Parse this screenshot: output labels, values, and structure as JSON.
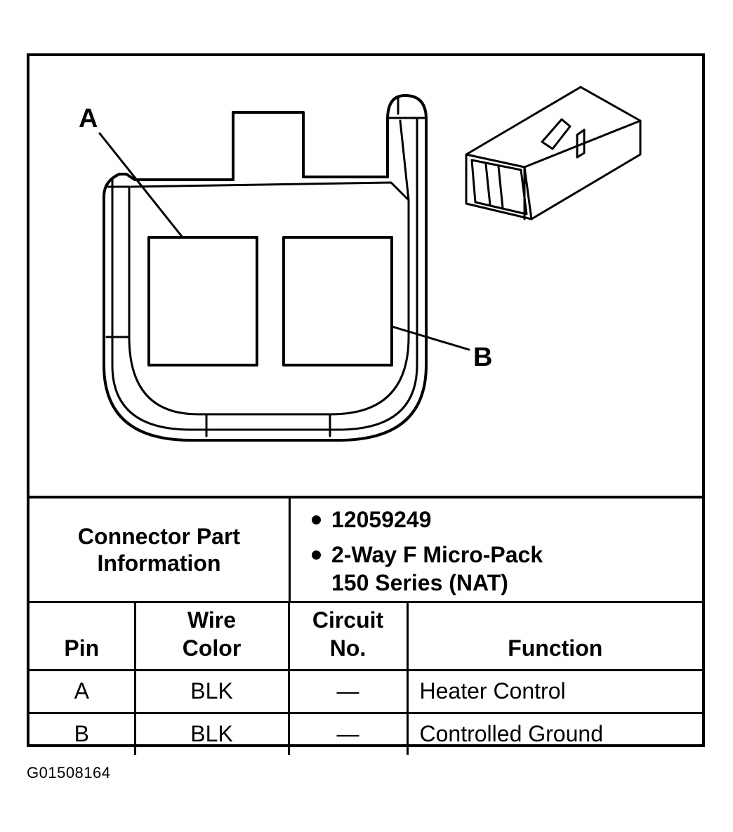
{
  "diagram": {
    "callout_a": "A",
    "callout_b": "B",
    "connector_face_icon": "connector-face-view",
    "connector_body_icon": "connector-isometric-view"
  },
  "info": {
    "label_line1": "Connector Part",
    "label_line2": "Information",
    "part_number": "12059249",
    "description_line1": "2-Way F Micro-Pack",
    "description_line2": "150 Series (NAT)"
  },
  "table": {
    "headers": {
      "pin": "Pin",
      "wire_color_line1": "Wire",
      "wire_color_line2": "Color",
      "circuit_line1": "Circuit",
      "circuit_line2": "No.",
      "function": "Function"
    },
    "rows": [
      {
        "pin": "A",
        "wire_color": "BLK",
        "circuit": "—",
        "function": "Heater Control"
      },
      {
        "pin": "B",
        "wire_color": "BLK",
        "circuit": "—",
        "function": "Controlled Ground"
      }
    ]
  },
  "figure_id": "G01508164"
}
